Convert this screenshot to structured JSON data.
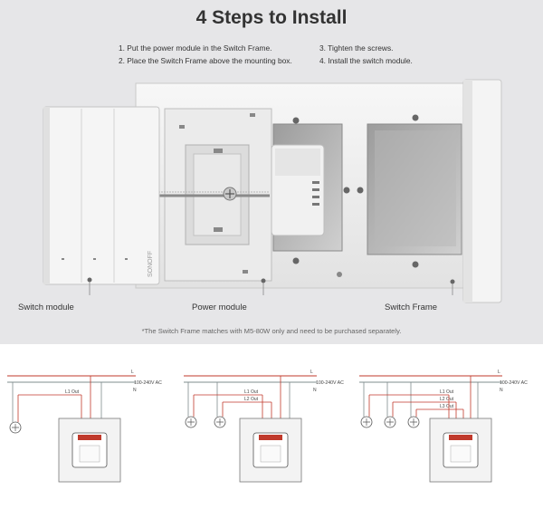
{
  "title": "4 Steps to Install",
  "steps": [
    "1. Put the power module in the Switch Frame.",
    "2. Place the Switch Frame above the mounting box.",
    "3. Tighten the screws.",
    "4. Install the switch module."
  ],
  "labels": {
    "switch_module": "Switch module",
    "power_module": "Power module",
    "switch_frame": "Switch Frame",
    "brand": "SONOFF"
  },
  "footnote": "*The Switch Frame matches with M5-80W only and need to be purchased separately.",
  "wiring": {
    "live": "L",
    "neutral": "N",
    "voltage": "100-240V AC",
    "voltage_3": "100-240V AC",
    "diagrams": [
      {
        "gang": 1,
        "outputs": [
          "L1 Out"
        ]
      },
      {
        "gang": 2,
        "outputs": [
          "L1 Out",
          "L2 Out"
        ]
      },
      {
        "gang": 3,
        "outputs": [
          "L1 Out",
          "L2 Out",
          "L3 Out"
        ]
      }
    ]
  },
  "colors": {
    "background_top": "#e6e6e8",
    "title_text": "#333333",
    "live_wire": "#c0392b",
    "neutral_wire": "#7f8c8d",
    "out_wire": "#c0392b"
  }
}
